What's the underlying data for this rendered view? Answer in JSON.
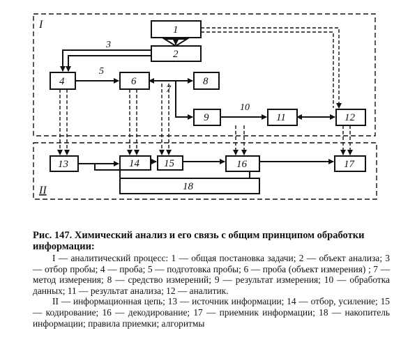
{
  "diagram": {
    "group_labels": {
      "upper": "I",
      "lower": "II"
    },
    "boxes": [
      "1",
      "2",
      "4",
      "6",
      "8",
      "9",
      "11",
      "12",
      "13",
      "14",
      "15",
      "16",
      "17",
      "18"
    ],
    "arrow_labels": {
      "a3": "3",
      "a5": "5",
      "a7": "7",
      "a10": "10"
    }
  },
  "caption": {
    "heading": "Рис. 147.  Химический анализ и его связь с общим принципом обработки информации:",
    "part1": "I — аналитический процесс: 1 — общая постановка задачи; 2 — объект анализа; 3 — отбор пробы; 4 — проба; 5 — подготовка пробы; 6 — проба (объект измерения) ; 7 — метод измерения; 8 — средство измерений; 9 — результат измерения; 10 — обработка данных; 11 — результат анализа; 12 — аналитик.",
    "part2": "II — информационная цепь; 13 — источник информации; 14 — отбор, усиление; 15 — кодирование; 16 — декодирование; 17 — приемник информации; 18 — накопитель информации; правила приемки; алгоритмы"
  }
}
